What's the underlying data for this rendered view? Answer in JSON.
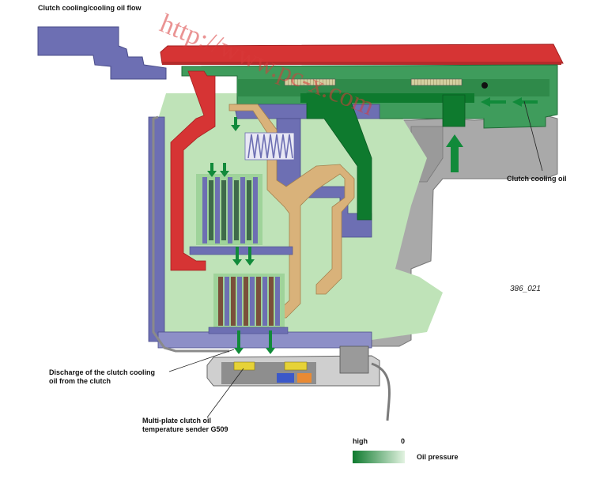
{
  "figure": {
    "title": "Clutch cooling/cooling oil flow",
    "figure_number": "386_021",
    "watermark": "http://www.pc-x.com"
  },
  "labels": {
    "clutch_cooling_oil": "Clutch cooling oil",
    "discharge_line1": "Discharge of the clutch cooling",
    "discharge_line2": "oil from the clutch",
    "sender_line1": "Multi-plate clutch oil",
    "sender_line2": "temperature sender G509"
  },
  "legend": {
    "high": "high",
    "zero": "0",
    "caption": "Oil pressure",
    "gradient_from": "#0e7a2e",
    "gradient_to": "#e3f3e1"
  },
  "colors": {
    "housing_blue": "#6d6fb3",
    "oil_high_green": "#118a3a",
    "oil_low_green": "#bfe3b8",
    "pressure_red": "#d63434",
    "casting_grey": "#a9a9a9",
    "cooling_tan": "#d9b27a"
  }
}
